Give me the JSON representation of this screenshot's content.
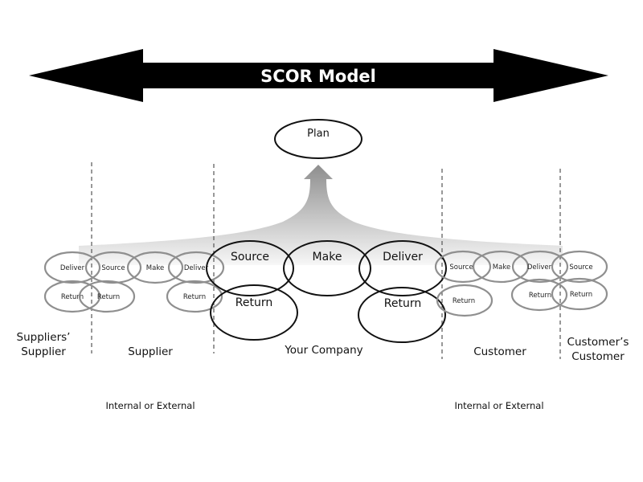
{
  "banner": {
    "title": "SCOR Model",
    "icon": "double-headed-arrow"
  },
  "plan": {
    "label": "Plan",
    "arrow_icon": "up-arrow"
  },
  "your_company": {
    "label": "Your Company",
    "processes": {
      "source": "Source",
      "make": "Make",
      "deliver": "Deliver",
      "return_left": "Return",
      "return_right": "Return"
    }
  },
  "suppliers_supplier": {
    "label_line1": "Suppliers’",
    "label_line2": "Supplier",
    "processes": {
      "deliver": "Deliver",
      "return": "Return"
    }
  },
  "supplier": {
    "label": "Supplier",
    "processes": {
      "source": "Source",
      "make": "Make",
      "deliver": "Deliver",
      "return_left": "Return",
      "return_right": "Return"
    }
  },
  "customer": {
    "label": "Customer",
    "processes": {
      "source": "Source",
      "make": "Make",
      "deliver": "Deliver",
      "return_left": "Return",
      "return_right": "Return"
    }
  },
  "customers_customer": {
    "label_line1": "Customer’s",
    "label_line2": "Customer",
    "processes": {
      "source": "Source",
      "return": "Return"
    }
  },
  "footer": {
    "left_note": "Internal or External",
    "right_note": "Internal or External"
  },
  "colors": {
    "banner": "#000000",
    "company_outline": "#111111",
    "partner_outline": "#8f8f8f",
    "funnel_top": "#9a9a9a",
    "funnel_bottom": "#f4f4f4"
  }
}
